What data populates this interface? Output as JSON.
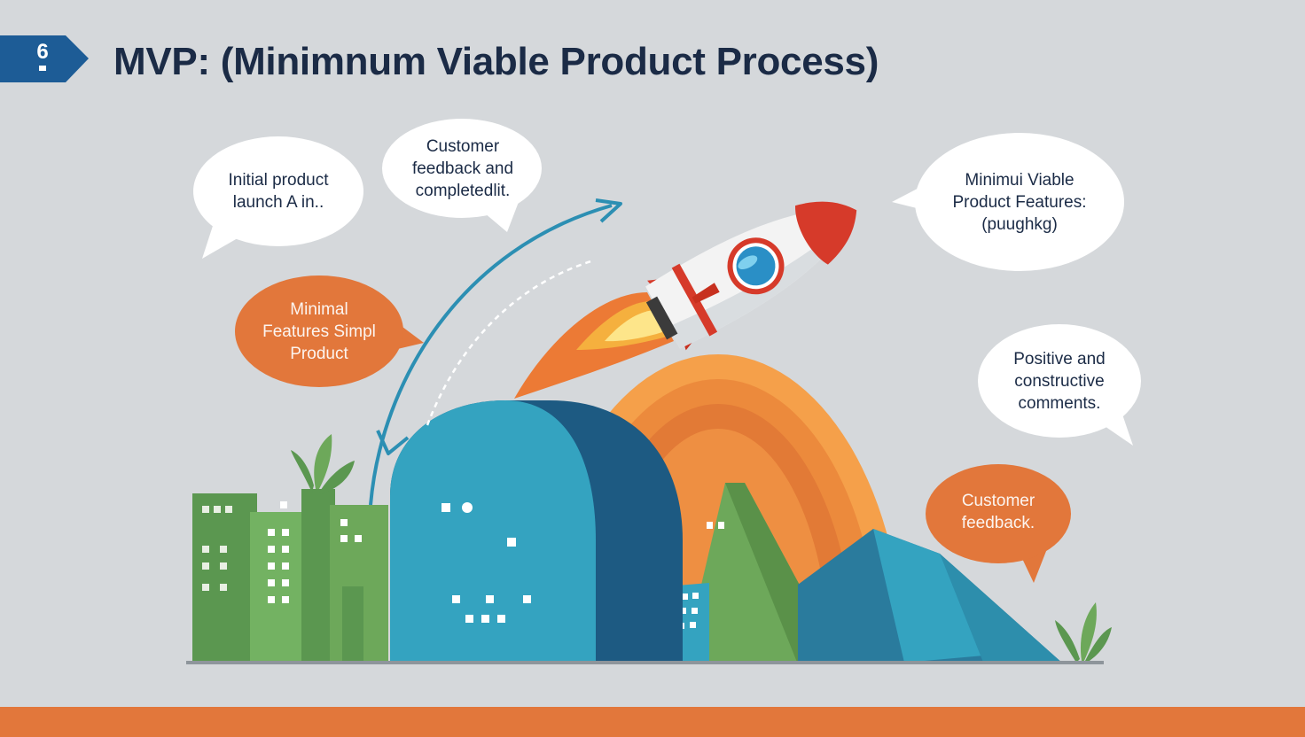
{
  "slide": {
    "number": "6",
    "title": "MVP: (Minimnum Viable Product Process)"
  },
  "bubbles": {
    "initial_launch": {
      "line1": "Initial product",
      "line2": "launch A in.."
    },
    "customer_feedback_top": {
      "line1": "Customer",
      "line2": "feedback and",
      "line3": "completedlit."
    },
    "mvp_features": {
      "line1": "Minimui Viable",
      "line2": "Product Features:",
      "line3": "(puughkg)"
    },
    "minimal_features": {
      "line1": "Minimal",
      "line2": "Features Simpl",
      "line3": "Product"
    },
    "positive_comments": {
      "line1": "Positive and",
      "line2": "constructive",
      "line3": "comments."
    },
    "customer_feedback_bottom": {
      "line1": "Customer",
      "line2": "feedback."
    }
  },
  "icons": [
    "rocket-icon",
    "city-buildings-icon",
    "mountains-icon",
    "plant-icon",
    "curved-arrow-icon"
  ],
  "colors": {
    "background": "#d5d8db",
    "navy": "#1b2b46",
    "badge_blue": "#1d5c96",
    "orange": "#e2773b",
    "teal": "#34a3c0",
    "green": "#6da85a",
    "rocket_red": "#d63a2a"
  }
}
